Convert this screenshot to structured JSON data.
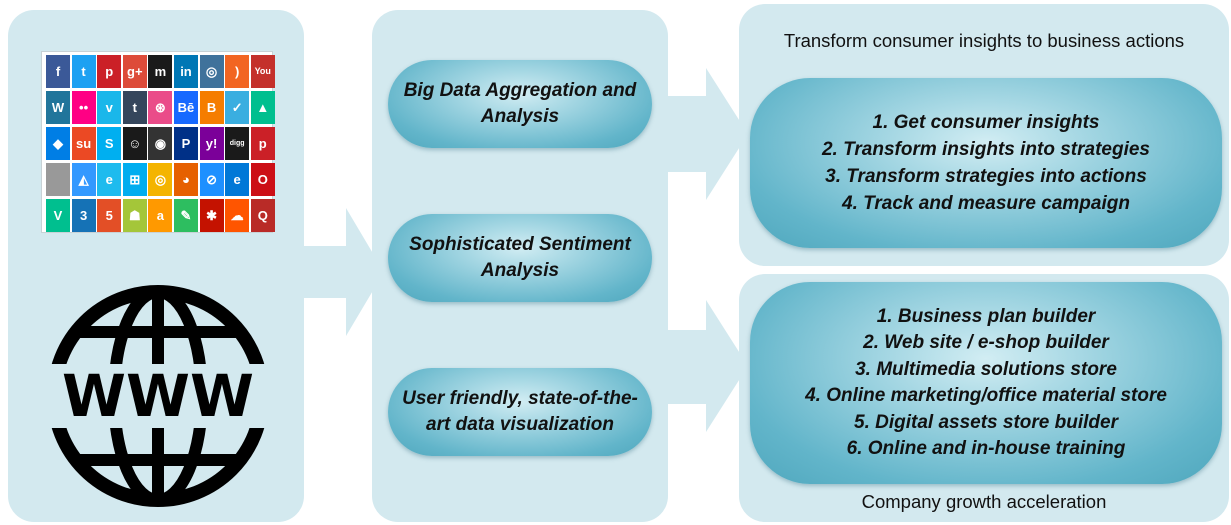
{
  "middle": {
    "items": [
      {
        "line1": "Big Data Aggregation and",
        "line2": "Analysis"
      },
      {
        "line1": "Sophisticated Sentiment",
        "line2": "Analysis"
      },
      {
        "line1": "User friendly, state-of-the-",
        "line2": "art data visualization"
      }
    ]
  },
  "right_top": {
    "caption": "Transform consumer insights to business actions",
    "items": [
      "1. Get consumer insights",
      "2. Transform insights into strategies",
      "3. Transform strategies into actions",
      "4. Track and measure campaign"
    ]
  },
  "right_bottom": {
    "caption": "Company growth acceleration",
    "items": [
      "1. Business plan builder",
      "2. Web site / e-shop builder",
      "3. Multimedia solutions store",
      "4. Online marketing/office material store",
      "5. Digital assets store builder",
      "6. Online and in-house training"
    ]
  },
  "globe": {
    "label": "WWW"
  },
  "social_icons": [
    {
      "icon": "facebook-icon",
      "glyph": "f",
      "color": "#3b5998"
    },
    {
      "icon": "twitter-icon",
      "glyph": "t",
      "color": "#1da1f2"
    },
    {
      "icon": "pinterest-icon",
      "glyph": "p",
      "color": "#cb2027"
    },
    {
      "icon": "googleplus-icon",
      "glyph": "g+",
      "color": "#dd4b39"
    },
    {
      "icon": "myspace-icon",
      "glyph": "m",
      "color": "#1a1a1a"
    },
    {
      "icon": "linkedin-icon",
      "glyph": "in",
      "color": "#0077b5"
    },
    {
      "icon": "instagram-icon",
      "glyph": "◎",
      "color": "#3f729b"
    },
    {
      "icon": "rss-icon",
      "glyph": ")",
      "color": "#f26522"
    },
    {
      "icon": "youtube-icon",
      "glyph": "You",
      "color": "#c4302b"
    },
    {
      "icon": "wordpress-icon",
      "glyph": "W",
      "color": "#21759b"
    },
    {
      "icon": "flickr-icon",
      "glyph": "••",
      "color": "#ff0084"
    },
    {
      "icon": "vimeo-icon",
      "glyph": "v",
      "color": "#1ab7ea"
    },
    {
      "icon": "tumblr-icon",
      "glyph": "t",
      "color": "#35465c"
    },
    {
      "icon": "dribbble-icon",
      "glyph": "⊛",
      "color": "#ea4c89"
    },
    {
      "icon": "behance-icon",
      "glyph": "Bē",
      "color": "#1769ff"
    },
    {
      "icon": "blogger-icon",
      "glyph": "B",
      "color": "#f57d00"
    },
    {
      "icon": "check-icon",
      "glyph": "✓",
      "color": "#3aaee0"
    },
    {
      "icon": "vine-icon",
      "glyph": "▲",
      "color": "#00bf8f"
    },
    {
      "icon": "dropbox-icon",
      "glyph": "◆",
      "color": "#007ee5"
    },
    {
      "icon": "stumbleupon-icon",
      "glyph": "su",
      "color": "#eb4924"
    },
    {
      "icon": "skype-icon",
      "glyph": "S",
      "color": "#00aff0"
    },
    {
      "icon": "reddit-icon",
      "glyph": "☺",
      "color": "#1a1a1a"
    },
    {
      "icon": "github-icon",
      "glyph": "◉",
      "color": "#333333"
    },
    {
      "icon": "paypal-icon",
      "glyph": "P",
      "color": "#003087"
    },
    {
      "icon": "yahoo-icon",
      "glyph": "y!",
      "color": "#7b0099"
    },
    {
      "icon": "digg-icon",
      "glyph": "digg",
      "color": "#1a1a1a"
    },
    {
      "icon": "pinterest-alt-icon",
      "glyph": "p",
      "color": "#cb2027"
    },
    {
      "icon": "apple-icon",
      "glyph": "",
      "color": "#999999"
    },
    {
      "icon": "delicious-icon",
      "glyph": "◭",
      "color": "#3399ff"
    },
    {
      "icon": "ie-icon",
      "glyph": "e",
      "color": "#1ebbee"
    },
    {
      "icon": "windows-icon",
      "glyph": "⊞",
      "color": "#00adef"
    },
    {
      "icon": "chrome-icon",
      "glyph": "◎",
      "color": "#f4b400"
    },
    {
      "icon": "firefox-icon",
      "glyph": "◕",
      "color": "#e66000"
    },
    {
      "icon": "safari-icon",
      "glyph": "⊘",
      "color": "#1e90ff"
    },
    {
      "icon": "edge-icon",
      "glyph": "e",
      "color": "#0078d7"
    },
    {
      "icon": "opera-icon",
      "glyph": "O",
      "color": "#cc0f16"
    },
    {
      "icon": "vine-v-icon",
      "glyph": "V",
      "color": "#00bf8f"
    },
    {
      "icon": "css3-icon",
      "glyph": "3",
      "color": "#1572b6"
    },
    {
      "icon": "html5-icon",
      "glyph": "5",
      "color": "#e34f26"
    },
    {
      "icon": "android-icon",
      "glyph": "☗",
      "color": "#a4c639"
    },
    {
      "icon": "amazon-icon",
      "glyph": "a",
      "color": "#ff9900"
    },
    {
      "icon": "evernote-icon",
      "glyph": "✎",
      "color": "#2dbe60"
    },
    {
      "icon": "yelp-icon",
      "glyph": "✱",
      "color": "#c41200"
    },
    {
      "icon": "soundcloud-icon",
      "glyph": "☁",
      "color": "#ff5500"
    },
    {
      "icon": "quora-icon",
      "glyph": "Q",
      "color": "#b92b27"
    }
  ]
}
